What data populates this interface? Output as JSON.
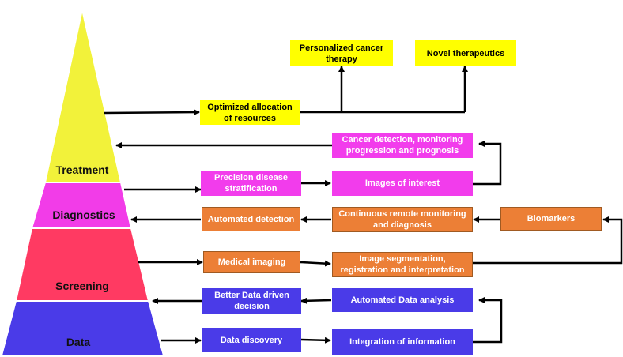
{
  "pyramid": {
    "levels": [
      {
        "label": "Treatment",
        "color": "#F2F23A"
      },
      {
        "label": "Diagnostics",
        "color": "#F23CE8"
      },
      {
        "label": "Screening",
        "color": "#FF3A62"
      },
      {
        "label": "Data",
        "color": "#4A3BE8"
      }
    ]
  },
  "boxes": {
    "personalized": "Personalized cancer therapy",
    "novel": "Novel therapeutics",
    "optimized": "Optimized allocation of resources",
    "cancer_detection": "Cancer detection, monitoring progression and prognosis",
    "precision": "Precision disease stratification",
    "images_interest": "Images of interest",
    "automated_detection": "Automated detection",
    "continuous": "Continuous remote monitoring and diagnosis",
    "biomarkers": "Biomarkers",
    "medical_imaging": "Medical imaging",
    "segmentation": "Image segmentation, registration and interpretation",
    "better_data": "Better Data driven decision",
    "automated_analysis": "Automated Data analysis",
    "data_discovery": "Data discovery",
    "integration": "Integration of information"
  },
  "colors": {
    "yellow": "#FFFF00",
    "magenta": "#F23CEC",
    "orange": "#EC7F36",
    "blue": "#4A3BE8",
    "arrow": "#000000"
  }
}
